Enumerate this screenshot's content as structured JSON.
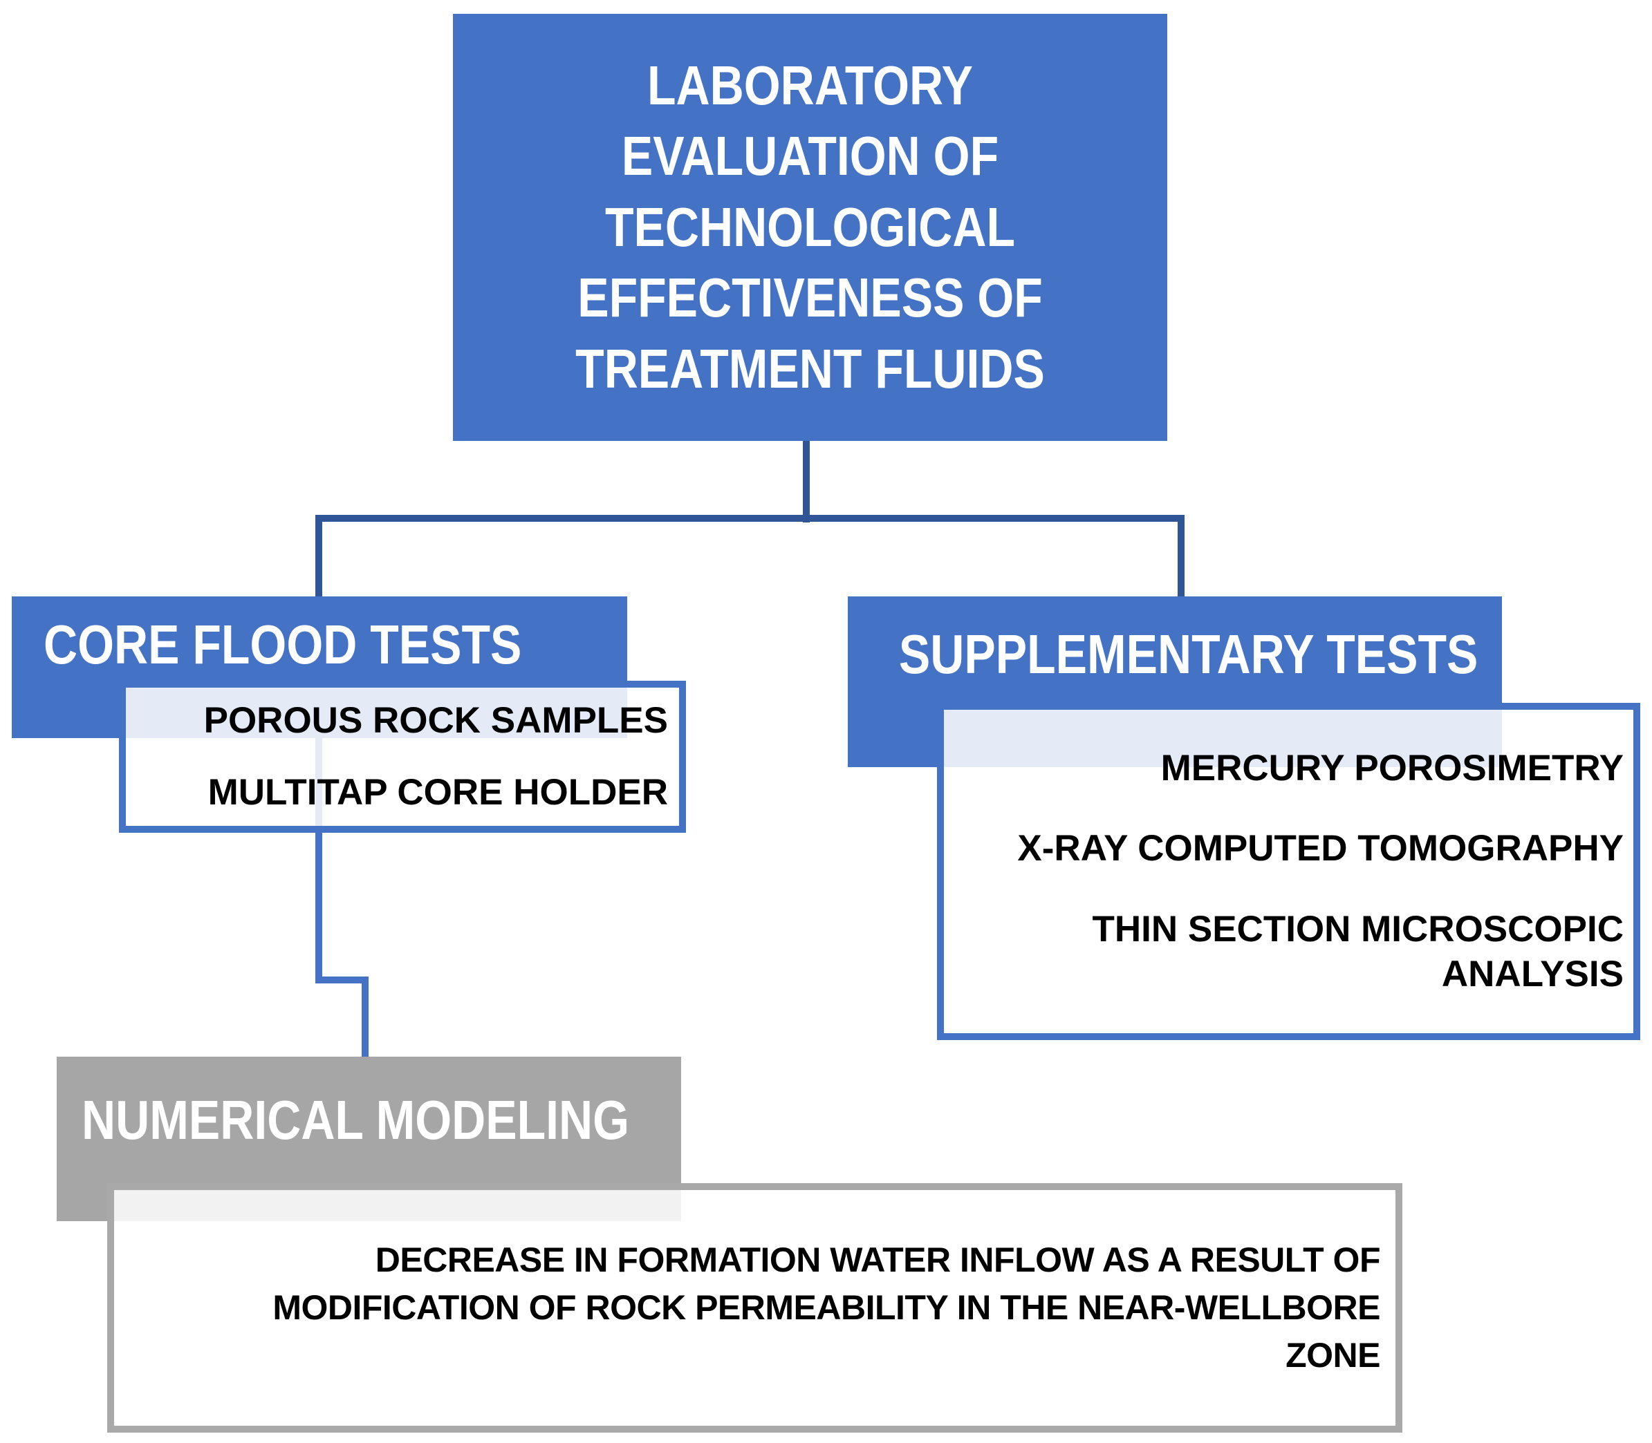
{
  "diagram": {
    "root": {
      "label": "LABORATORY\nEVALUATION OF\nTECHNOLOGICAL\nEFFECTIVENESS OF\nTREATMENT FLUIDS"
    },
    "core_flood": {
      "label": "CORE FLOOD TESTS",
      "items": [
        "POROUS ROCK SAMPLES",
        "MULTITAP CORE HOLDER"
      ]
    },
    "supplementary": {
      "label": "SUPPLEMENTARY TESTS",
      "items": [
        "MERCURY POROSIMETRY",
        "X-RAY COMPUTED TOMOGRAPHY",
        "THIN SECTION MICROSCOPIC\nANALYSIS"
      ]
    },
    "numerical": {
      "label": "NUMERICAL MODELING"
    },
    "outcome": {
      "text": "DECREASE IN FORMATION WATER INFLOW AS A RESULT OF\nMODIFICATION OF ROCK PERMEABILITY IN THE NEAR-WELLBORE\nZONE"
    }
  },
  "colors": {
    "blue": "#4472C4",
    "blue_dark": "#2F5597",
    "gray": "#A6A6A6",
    "gray_border": "#A9A9A9"
  }
}
